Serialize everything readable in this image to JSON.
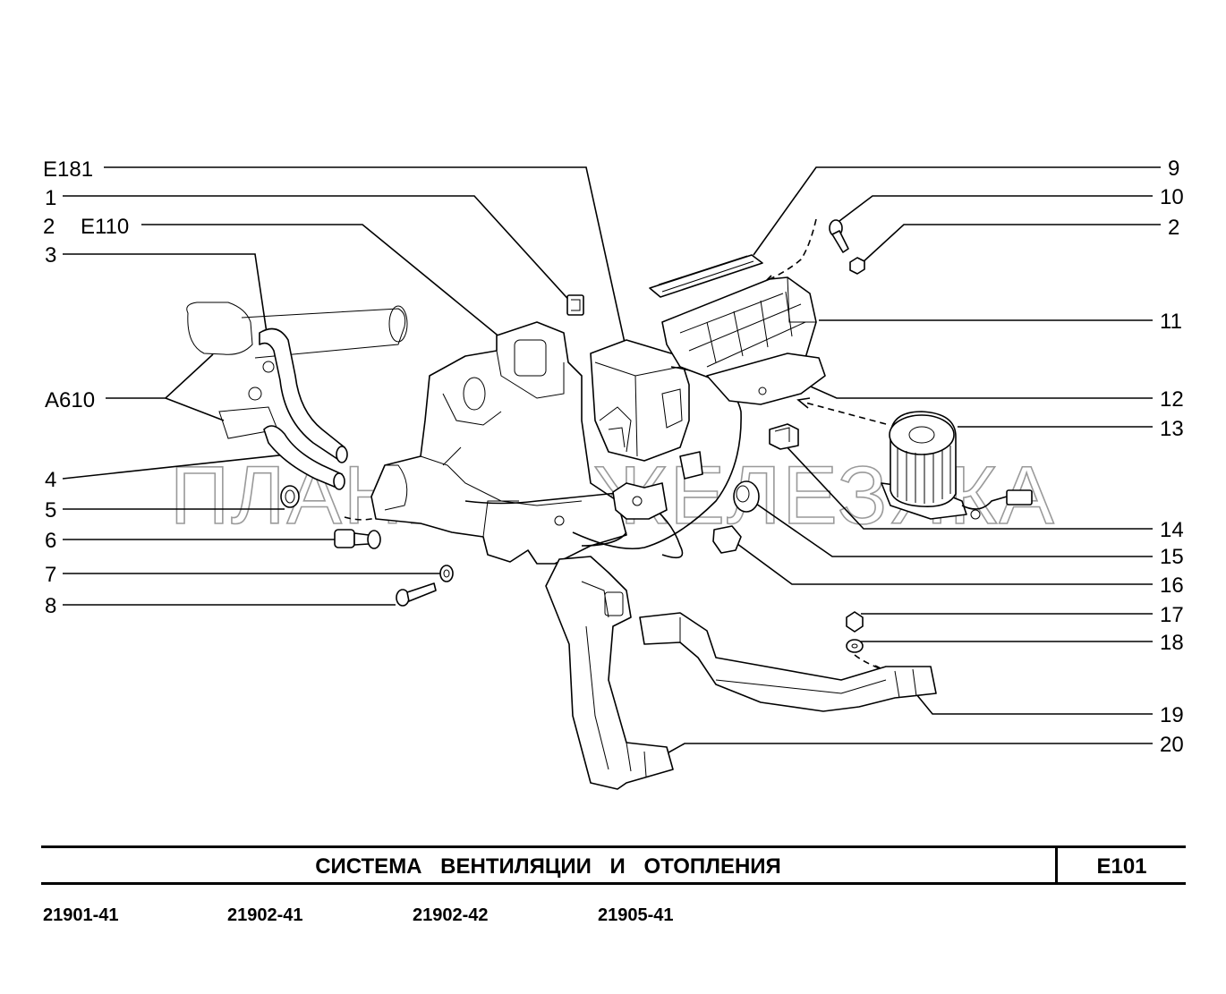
{
  "title": "СИСТЕМА   ВЕНТИЛЯЦИИ   И   ОТОПЛЕНИЯ",
  "code": "E101",
  "watermark": "ПЛАНЕТА ЖЕЛЕЗЯКА",
  "models": [
    "21901-41",
    "21902-41",
    "21902-42",
    "21905-41"
  ],
  "callouts_left": {
    "e181": "E181",
    "n1": "1",
    "n2": "2",
    "e110": "E110",
    "n3": "3",
    "a610": "A610",
    "n4": "4",
    "n5": "5",
    "n6": "6",
    "n7": "7",
    "n8": "8"
  },
  "callouts_right": {
    "n9": "9",
    "n10": "10",
    "n2": "2",
    "n11": "11",
    "n12": "12",
    "n13": "13",
    "n14": "14",
    "n15": "15",
    "n16": "16",
    "n17": "17",
    "n18": "18",
    "n19": "19",
    "n20": "20"
  }
}
